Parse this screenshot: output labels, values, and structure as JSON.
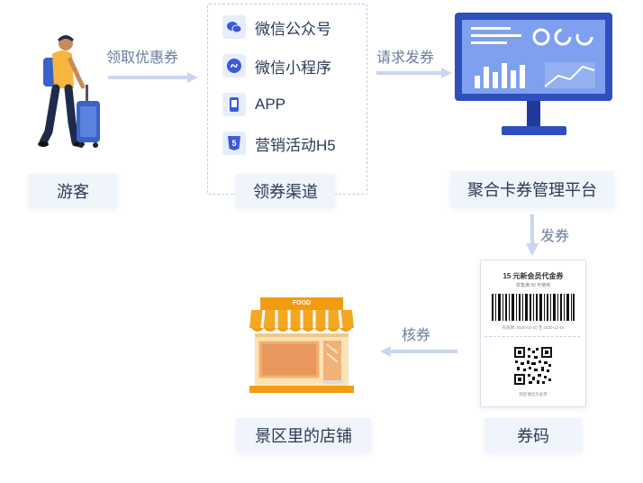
{
  "nodes": {
    "tourist": "游客",
    "channels": "领券渠道",
    "platform": "聚合卡券管理平台",
    "coupon_code": "券码",
    "shop": "景区里的店铺"
  },
  "edges": {
    "receive": "领取优惠券",
    "request": "请求发券",
    "issue": "发券",
    "verify": "核券"
  },
  "channel_list": [
    {
      "label": "微信公众号",
      "icon": "wechat-icon"
    },
    {
      "label": "微信小程序",
      "icon": "mini-program-icon"
    },
    {
      "label": "APP",
      "icon": "app-icon"
    },
    {
      "label": "营销活动H5",
      "icon": "html5-icon"
    }
  ],
  "coupon": {
    "title": "15 元新会员代金券",
    "subtitle": "单笔满 50 可使用",
    "date": "有效期: 2020-02-10 至 2020-12-15",
    "note": "到店请出示此券"
  },
  "shop_sign": "FOOD",
  "colors": {
    "primary_blue": "#3a5bd9",
    "label_bg": "#f0f4fb",
    "awning_orange": "#f5a623",
    "arrow": "#c9d6f2"
  }
}
